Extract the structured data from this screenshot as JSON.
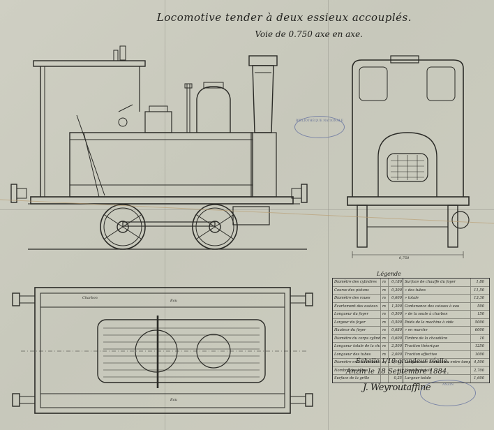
{
  "header": {
    "title": "Locomotive tender à deux essieux accouplés.",
    "subtitle": "Voie de 0.750 axe en axe."
  },
  "front_view": {
    "dimension": "0,750"
  },
  "plan_labels": [
    "Charbon",
    "Eau",
    "Eau"
  ],
  "stamps": [
    "BIBLIOTHÈQUE NATIONALE",
    "ANZIN"
  ],
  "legend": {
    "title": "Légende",
    "rows": [
      [
        "Diamètre des cylindres",
        "m",
        "0,180",
        "Surface de chauffe du foyer",
        "1,80"
      ],
      [
        "Course des pistons",
        "m",
        "0,300",
        "» des tubes",
        "11,50"
      ],
      [
        "Diamètre des roues",
        "m",
        "0,600",
        "» totale",
        "13,30"
      ],
      [
        "Écartement des essieux",
        "m",
        "1,300",
        "Contenance des caisses à eau",
        "500"
      ],
      [
        "Longueur du foyer",
        "m",
        "0,500",
        "» de la soute à charbon",
        "150"
      ],
      [
        "Largeur du foyer",
        "m",
        "0,500",
        "Poids de la machine à vide",
        "5000"
      ],
      [
        "Hauteur du foyer",
        "m",
        "0,680",
        "» en marche",
        "6000"
      ],
      [
        "Diamètre du corps cylindrique",
        "m",
        "0,600",
        "Timbre de la chaudière",
        "10"
      ],
      [
        "Longueur totale de la chaudière",
        "m",
        "2,500",
        "Traction théorique",
        "1250"
      ],
      [
        "Longueur des tubes",
        "m",
        "2,000",
        "Traction effective",
        "1000"
      ],
      [
        "Diamètre extérieur des tubes",
        "m",
        "0,045",
        "Longueur de la machine entre tampons",
        "4,500"
      ],
      [
        "Nombre des tubes",
        "",
        "41",
        "Hauteur totale",
        "2,700"
      ],
      [
        "Surface de la grille",
        "",
        "0,25",
        "Largeur totale",
        "1,600"
      ]
    ]
  },
  "footer": {
    "scale": "Échelle 1/10 grandeur réelle.",
    "place_date": "Anzin le 18 Septembre 1884.",
    "signature": "J. Weyroutaffine"
  }
}
